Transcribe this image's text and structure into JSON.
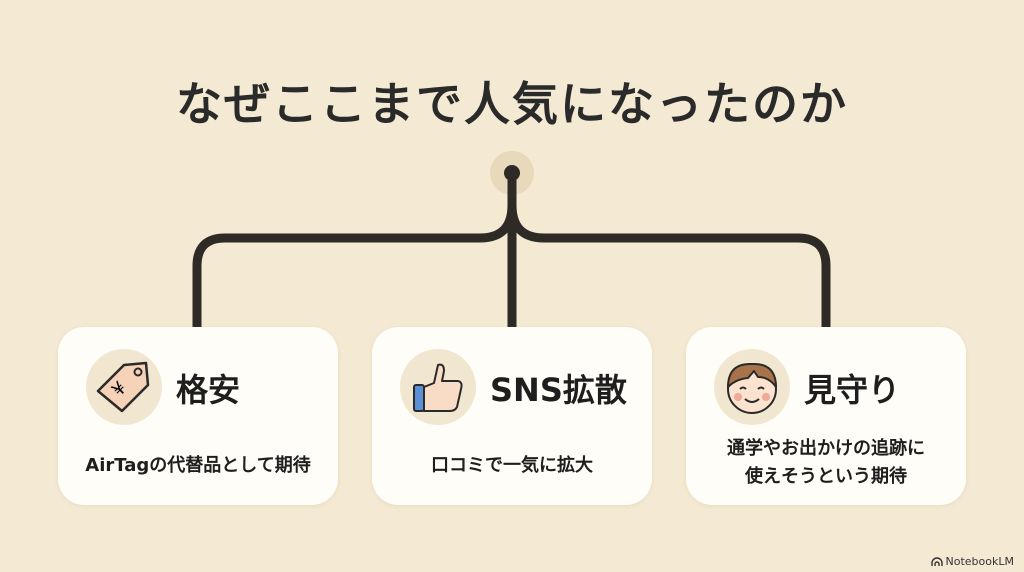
{
  "title": "なぜここまで人気になったのか",
  "cards": [
    {
      "heading": "格安",
      "icon": "yen-price-tag-icon",
      "lines": [
        "AirTagの代替品として期待"
      ]
    },
    {
      "heading": "SNS拡散",
      "icon": "thumbs-up-icon",
      "lines": [
        "口コミで一気に拡大"
      ]
    },
    {
      "heading": "見守り",
      "icon": "child-face-icon",
      "lines": [
        "通学やお出かけの追跡に",
        "使えそうという期待"
      ]
    }
  ],
  "watermark": "NotebookLM",
  "colors": {
    "background": "#f4ead3",
    "card": "#fffdf8",
    "line": "#2e2a25"
  }
}
